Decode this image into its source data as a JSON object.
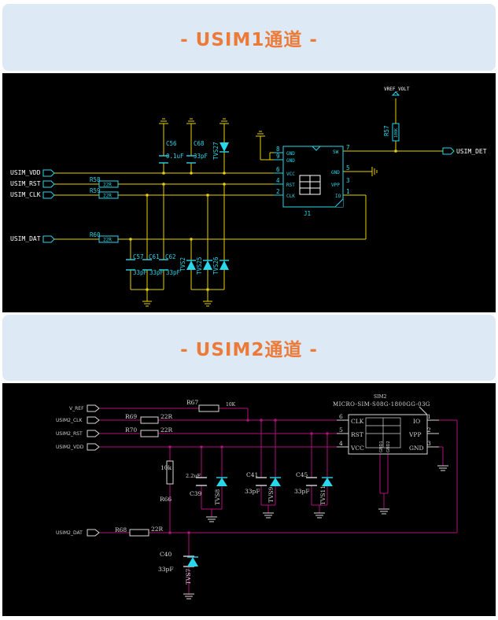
{
  "sections": [
    {
      "title": "-  USIM1通道  -"
    },
    {
      "title": "-  USIM2通道  -"
    }
  ],
  "usim1": {
    "ports": {
      "vdd": "USIM_VDD",
      "rst": "USIM_RST",
      "clk": "USIM_CLK",
      "dat": "USIM_DAT",
      "det": "USIM_DET",
      "vref": "VREF_VOLT"
    },
    "resistors": {
      "r58": "R58",
      "r59": "R59",
      "r60": "R60",
      "r22a": "22R",
      "r22b": "22R",
      "r22c": "22R",
      "r57": "R57",
      "r57v": "100K"
    },
    "caps": {
      "c56": "C56",
      "c56v": "0.1uF",
      "c68": "C68",
      "c68v": "33pF",
      "c57": "C57",
      "c61": "C61",
      "c62": "C62",
      "c57v": "33pF",
      "c61v": "33pF",
      "c62v": "33pF"
    },
    "tvs": {
      "tvs27": "TVS27",
      "tvs2": "TVS2",
      "tvs25": "TVS25",
      "tvs26": "TVS26"
    },
    "connector": {
      "ref": "J1",
      "pins_left": [
        {
          "num": "8",
          "name": "GND"
        },
        {
          "num": "9",
          "name": "GND"
        },
        {
          "num": "6",
          "name": "VCC"
        },
        {
          "num": "4",
          "name": "RST"
        },
        {
          "num": "2",
          "name": "CLK"
        }
      ],
      "pins_right": [
        {
          "num": "7",
          "name": "SW"
        },
        {
          "num": "5",
          "name": "GND"
        },
        {
          "num": "3",
          "name": "VPP"
        },
        {
          "num": "1",
          "name": "IO"
        }
      ]
    }
  },
  "usim2": {
    "ports": {
      "vref": "V_REF",
      "clk": "USIM2_CLK",
      "rst": "USIM2_RST",
      "vdd": "USIM2_VDD",
      "dat": "USIM2_DAT"
    },
    "resistors": {
      "r67": "R67",
      "r67v": "10K",
      "r69": "R69",
      "r69v": "22R",
      "r70": "R70",
      "r70v": "22R",
      "r66": "R66",
      "r66v": "10k",
      "r68": "R68",
      "r68v": "22R"
    },
    "caps": {
      "c39": "C39",
      "c39v": "2.2uF",
      "c41": "C41",
      "c41v": "33pF",
      "c45": "C45",
      "c45v": "33pF",
      "c40": "C40",
      "c40v": "33pF"
    },
    "tvs": {
      "tvs8": "TVS8",
      "tvs9": "TVS9",
      "tvs11": "TVS11",
      "tvs7": "TVS7"
    },
    "connector": {
      "ref": "SIM2",
      "part": "MICRO-SIM-S08G-1800GG-03G",
      "pins_left": [
        {
          "num": "6",
          "name": "CLK"
        },
        {
          "num": "5",
          "name": "RST"
        },
        {
          "num": "4",
          "name": "VCC"
        }
      ],
      "pins_right": [
        {
          "num": "1",
          "name": "IO"
        },
        {
          "num": "2",
          "name": "VPP"
        },
        {
          "num": "3",
          "name": "GND"
        }
      ],
      "gnd_pins": [
        "GND1",
        "GND2"
      ]
    }
  }
}
